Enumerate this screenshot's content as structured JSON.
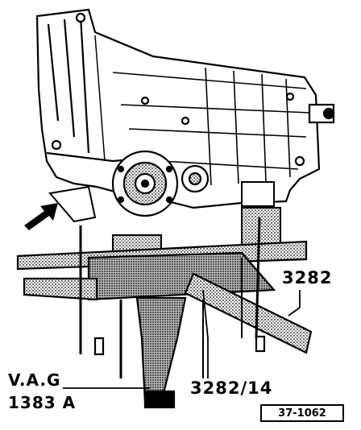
{
  "labels": {
    "fixture": "3282",
    "adapter": "3282/14",
    "lift_line1": "V.A.G",
    "lift_line2": "1383 A"
  },
  "figure_ref": "37-1062",
  "icons": [
    "arrow-icon"
  ],
  "colors": {
    "ink": "#000000",
    "paper": "#ffffff",
    "shade": "#7a7a7a"
  }
}
